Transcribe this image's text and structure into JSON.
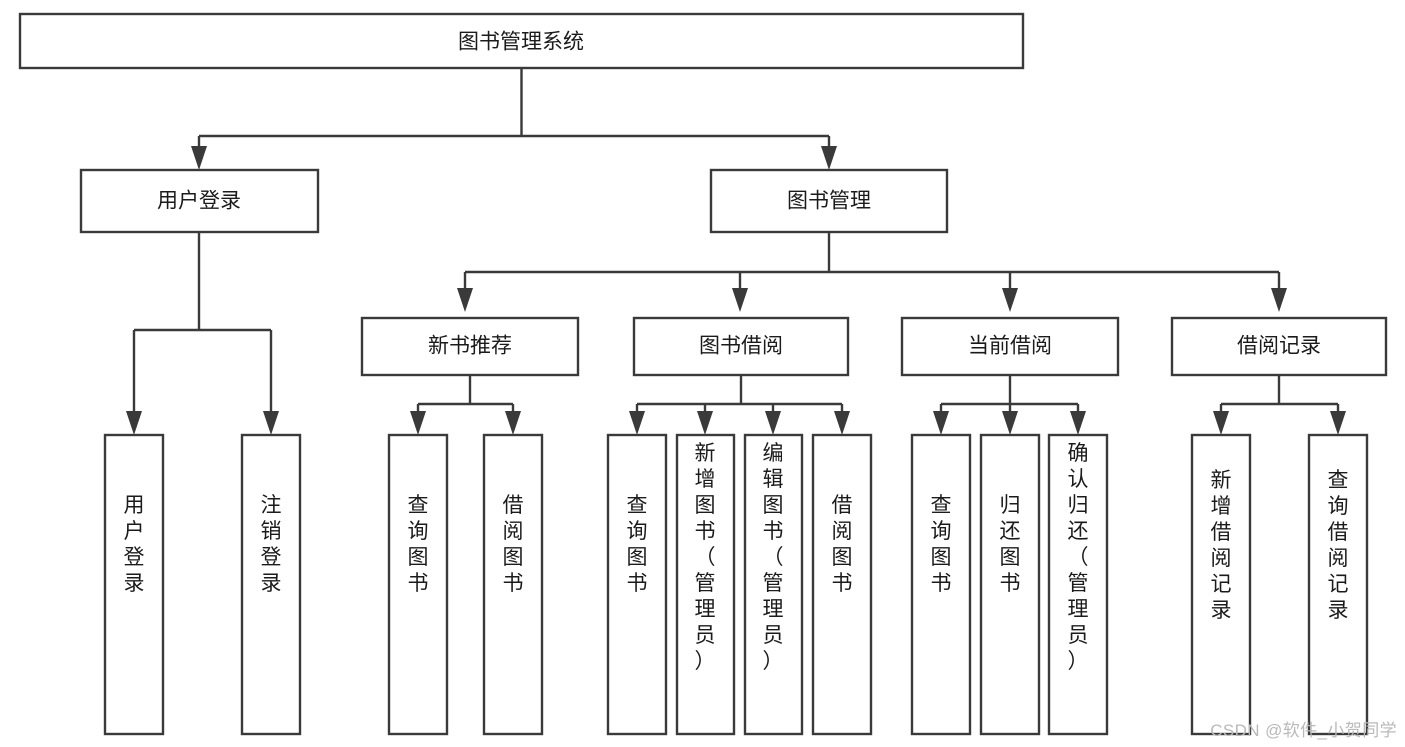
{
  "diagram": {
    "type": "tree",
    "title": "图书管理系统",
    "root": {
      "label": "图书管理系统",
      "orientation": "horizontal"
    },
    "level2": [
      {
        "label": "用户登录",
        "orientation": "horizontal"
      },
      {
        "label": "图书管理",
        "orientation": "horizontal"
      }
    ],
    "level3": [
      {
        "label": "新书推荐",
        "orientation": "horizontal"
      },
      {
        "label": "图书借阅",
        "orientation": "horizontal"
      },
      {
        "label": "当前借阅",
        "orientation": "horizontal"
      },
      {
        "label": "借阅记录",
        "orientation": "horizontal"
      }
    ],
    "leaves": {
      "user_login": [
        {
          "label": "用户登录",
          "orientation": "vertical"
        },
        {
          "label": "注销登录",
          "orientation": "vertical"
        }
      ],
      "new_book_recommend": [
        {
          "label": "查询图书",
          "orientation": "vertical"
        },
        {
          "label": "借阅图书",
          "orientation": "vertical"
        }
      ],
      "book_borrow": [
        {
          "label": "查询图书",
          "orientation": "vertical"
        },
        {
          "label": "新增图书（管理员）",
          "orientation": "vertical"
        },
        {
          "label": "编辑图书（管理员）",
          "orientation": "vertical"
        },
        {
          "label": "借阅图书",
          "orientation": "vertical"
        }
      ],
      "current_borrow": [
        {
          "label": "查询图书",
          "orientation": "vertical"
        },
        {
          "label": "归还图书",
          "orientation": "vertical"
        },
        {
          "label": "确认归还（管理员）",
          "orientation": "vertical"
        }
      ],
      "borrow_record": [
        {
          "label": "新增借阅记录",
          "orientation": "vertical"
        },
        {
          "label": "查询借阅记录",
          "orientation": "vertical"
        }
      ]
    },
    "colors": {
      "box_stroke": "#3a3a3a",
      "box_fill": "#ffffff",
      "connector": "#3a3a3a",
      "text": "#1b1b1b",
      "background": "#ffffff",
      "watermark": "#b9b9b9"
    }
  },
  "watermark": {
    "text": "CSDN @软件_小贺同学"
  }
}
